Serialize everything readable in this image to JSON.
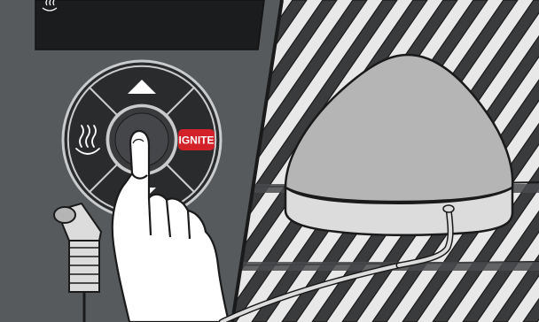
{
  "controller": {
    "ignite_label": "IGNITE",
    "buttons": {
      "up": "arrow-up-icon",
      "down": "arrow-down-icon",
      "left": "heat-icon",
      "right": "ignite-button",
      "center": "center-button"
    }
  },
  "colors": {
    "panel": "#5b5e61",
    "panel_dark": "#3e4043",
    "display": "#1b1c1e",
    "dpad": "#2a2b2d",
    "dpad_outline": "#c9cbcd",
    "ignite": "#d22128",
    "grate": "#3a3b3d",
    "grate_light": "#e8e8e8",
    "probe": "#dcdcdc",
    "probe_shadow": "#b5b5b5",
    "hand": "#ffffff",
    "outline": "#1a1a1a"
  }
}
